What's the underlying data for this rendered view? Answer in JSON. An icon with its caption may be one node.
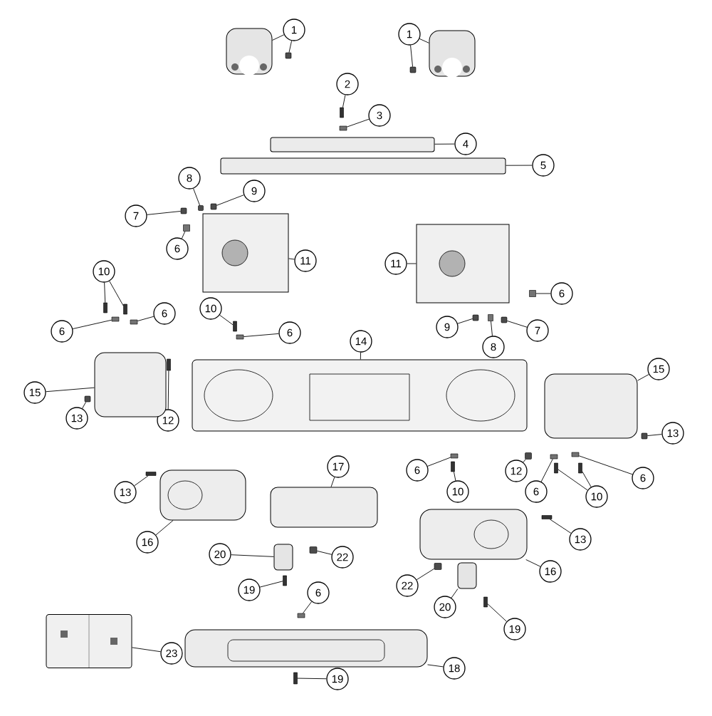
{
  "diagram": {
    "nodes": [
      {
        "text": [
          "1"
        ]
      },
      {
        "text": [
          "1"
        ]
      },
      {
        "text": [
          "2"
        ]
      },
      {
        "text": [
          "3"
        ]
      },
      {
        "text": [
          "4"
        ]
      },
      {
        "text": [
          "5"
        ]
      },
      {
        "text": [
          "8"
        ]
      },
      {
        "text": [
          "9"
        ]
      },
      {
        "text": [
          "7"
        ]
      },
      {
        "text": [
          "6"
        ]
      },
      {
        "text": [
          "11"
        ]
      },
      {
        "text": [
          "11"
        ]
      },
      {
        "text": [
          "6"
        ]
      },
      {
        "text": [
          "10"
        ]
      },
      {
        "text": [
          "6"
        ]
      },
      {
        "text": [
          "6"
        ]
      },
      {
        "text": [
          "10"
        ]
      },
      {
        "text": [
          "6"
        ]
      },
      {
        "text": [
          "9"
        ]
      },
      {
        "text": [
          "7"
        ]
      },
      {
        "text": [
          "8"
        ]
      },
      {
        "text": [
          "14"
        ]
      },
      {
        "text": [
          "15"
        ]
      },
      {
        "text": [
          "15"
        ]
      },
      {
        "text": [
          "13"
        ]
      },
      {
        "text": [
          "12"
        ]
      },
      {
        "text": [
          "13"
        ]
      },
      {
        "text": [
          "6"
        ]
      },
      {
        "text": [
          "10"
        ]
      },
      {
        "text": [
          "12"
        ]
      },
      {
        "text": [
          "6"
        ]
      },
      {
        "text": [
          "10"
        ]
      },
      {
        "text": [
          "6"
        ]
      },
      {
        "text": [
          "13"
        ]
      },
      {
        "text": [
          "17"
        ]
      },
      {
        "text": [
          "16"
        ]
      },
      {
        "text": [
          "13"
        ]
      },
      {
        "text": [
          "16"
        ]
      },
      {
        "text": [
          "20"
        ]
      },
      {
        "text": [
          "22"
        ]
      },
      {
        "text": [
          "19"
        ]
      },
      {
        "text": [
          "6"
        ]
      },
      {
        "text": [
          "22"
        ]
      },
      {
        "text": [
          "20"
        ]
      },
      {
        "text": [
          "19"
        ]
      },
      {
        "text": [
          "23"
        ]
      },
      {
        "text": [
          "18"
        ]
      },
      {
        "text": [
          "19"
        ]
      },
      {
        "text": [],
        "shape": "picture"
      },
      {
        "text": [],
        "shape": "box"
      },
      {
        "text": [],
        "shape": "box"
      },
      {
        "text": [],
        "shape": "picture"
      },
      {
        "text": [],
        "shape": "box"
      },
      {
        "text": [],
        "shape": "box"
      },
      {
        "text": [],
        "shape": "bar"
      },
      {
        "text": [],
        "shape": "bar"
      },
      {
        "text": [],
        "shape": "box"
      },
      {
        "text": [],
        "shape": "box"
      },
      {
        "text": [],
        "shape": "box"
      },
      {
        "text": [],
        "shape": "box"
      },
      {
        "text": [],
        "shape": "picture"
      },
      {
        "text": [],
        "shape": "picture"
      },
      {
        "text": [],
        "shape": "box"
      },
      {
        "text": [],
        "shape": "box"
      },
      {
        "text": [],
        "shape": "box"
      },
      {
        "text": [],
        "shape": "box"
      },
      {
        "text": [],
        "shape": "box"
      },
      {
        "text": [],
        "shape": "box"
      },
      {
        "text": [],
        "shape": "box"
      },
      {
        "text": [],
        "shape": "box"
      },
      {
        "text": [],
        "shape": "box"
      },
      {
        "text": [],
        "shape": "box"
      },
      {
        "text": [],
        "shape": "picture"
      },
      {
        "text": [],
        "shape": "box"
      },
      {
        "text": [],
        "shape": "box"
      },
      {
        "text": [],
        "shape": "box"
      },
      {
        "text": [],
        "shape": "box"
      },
      {
        "text": [],
        "shape": "box"
      },
      {
        "text": [],
        "shape": "box"
      },
      {
        "text": [],
        "shape": "box"
      },
      {
        "text": [],
        "shape": "box"
      },
      {
        "text": [],
        "shape": "box"
      },
      {
        "text": [],
        "shape": "box"
      },
      {
        "text": [],
        "shape": "box"
      },
      {
        "text": [],
        "shape": "box"
      },
      {
        "text": [],
        "shape": "box"
      },
      {
        "text": [],
        "shape": "box"
      },
      {
        "text": [],
        "shape": "picture"
      },
      {
        "text": [],
        "shape": "box"
      },
      {
        "text": [],
        "shape": "picture"
      },
      {
        "text": [],
        "shape": "box"
      },
      {
        "text": [],
        "shape": "box"
      },
      {
        "text": [],
        "shape": "box"
      },
      {
        "text": [],
        "shape": "box"
      },
      {
        "text": [],
        "shape": "box"
      },
      {
        "text": [],
        "shape": "box"
      },
      {
        "text": [],
        "shape": "box"
      },
      {
        "text": [],
        "shape": "picture"
      },
      {
        "text": [],
        "shape": "picture"
      },
      {
        "text": [],
        "shape": "box"
      }
    ],
    "edges": [
      {
        "from": 0,
        "to": 48,
        "arrow": "none"
      },
      {
        "from": 0,
        "to": 49,
        "arrow": "none"
      },
      {
        "from": 1,
        "to": 50,
        "arrow": "none"
      },
      {
        "from": 1,
        "to": 51,
        "arrow": "none"
      },
      {
        "from": 2,
        "to": 52,
        "arrow": "none"
      },
      {
        "from": 3,
        "to": 53,
        "arrow": "none"
      },
      {
        "from": 4,
        "to": 54,
        "arrow": "none"
      },
      {
        "from": 5,
        "to": 55,
        "arrow": "none"
      },
      {
        "from": 6,
        "to": 56,
        "arrow": "none"
      },
      {
        "from": 7,
        "to": 57,
        "arrow": "none"
      },
      {
        "from": 8,
        "to": 58,
        "arrow": "none"
      },
      {
        "from": 9,
        "to": 59,
        "arrow": "none"
      },
      {
        "from": 10,
        "to": 60,
        "arrow": "none"
      },
      {
        "from": 11,
        "to": 61,
        "arrow": "none"
      },
      {
        "from": 12,
        "to": 62,
        "arrow": "none"
      },
      {
        "from": 13,
        "to": 63,
        "arrow": "none"
      },
      {
        "from": 13,
        "to": 64,
        "arrow": "none"
      },
      {
        "from": 14,
        "to": 65,
        "arrow": "none"
      },
      {
        "from": 15,
        "to": 66,
        "arrow": "none"
      },
      {
        "from": 16,
        "to": 67,
        "arrow": "none"
      },
      {
        "from": 17,
        "to": 68,
        "arrow": "none"
      },
      {
        "from": 18,
        "to": 69,
        "arrow": "none"
      },
      {
        "from": 19,
        "to": 70,
        "arrow": "none"
      },
      {
        "from": 20,
        "to": 71,
        "arrow": "none"
      },
      {
        "from": 21,
        "to": 72,
        "arrow": "none"
      },
      {
        "from": 22,
        "to": 73,
        "arrow": "none"
      },
      {
        "from": 23,
        "to": 74,
        "arrow": "none"
      },
      {
        "from": 24,
        "to": 75,
        "arrow": "none"
      },
      {
        "from": 25,
        "to": 76,
        "arrow": "none"
      },
      {
        "from": 26,
        "to": 77,
        "arrow": "none"
      },
      {
        "from": 27,
        "to": 78,
        "arrow": "none"
      },
      {
        "from": 28,
        "to": 79,
        "arrow": "none"
      },
      {
        "from": 29,
        "to": 80,
        "arrow": "none"
      },
      {
        "from": 30,
        "to": 81,
        "arrow": "none"
      },
      {
        "from": 31,
        "to": 82,
        "arrow": "none"
      },
      {
        "from": 31,
        "to": 83,
        "arrow": "none"
      },
      {
        "from": 32,
        "to": 84,
        "arrow": "none"
      },
      {
        "from": 33,
        "to": 85,
        "arrow": "none"
      },
      {
        "from": 34,
        "to": 86,
        "arrow": "none"
      },
      {
        "from": 35,
        "to": 87,
        "arrow": "none"
      },
      {
        "from": 36,
        "to": 88,
        "arrow": "none"
      },
      {
        "from": 37,
        "to": 89,
        "arrow": "none"
      },
      {
        "from": 38,
        "to": 90,
        "arrow": "none"
      },
      {
        "from": 39,
        "to": 91,
        "arrow": "none"
      },
      {
        "from": 40,
        "to": 92,
        "arrow": "none"
      },
      {
        "from": 41,
        "to": 93,
        "arrow": "none"
      },
      {
        "from": 42,
        "to": 94,
        "arrow": "none"
      },
      {
        "from": 43,
        "to": 95,
        "arrow": "none"
      },
      {
        "from": 44,
        "to": 96,
        "arrow": "none"
      },
      {
        "from": 45,
        "to": 97,
        "arrow": "none"
      },
      {
        "from": 46,
        "to": 98,
        "arrow": "none"
      },
      {
        "from": 47,
        "to": 99,
        "arrow": "none"
      }
    ]
  }
}
